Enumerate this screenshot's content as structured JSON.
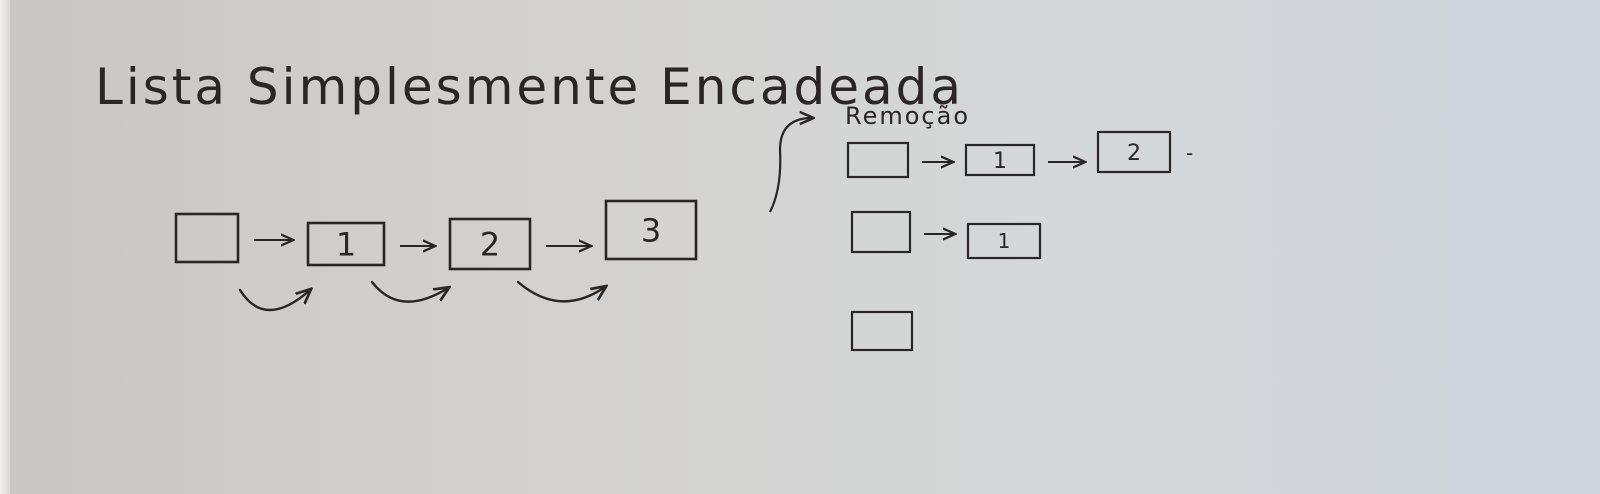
{
  "title": "Lista Simplesmente Encadeada",
  "removal_label": "Remoção",
  "main_list": {
    "nodes": [
      "",
      "1",
      "2",
      "3"
    ]
  },
  "removal_steps": [
    {
      "nodes": [
        "",
        "1",
        "2"
      ]
    },
    {
      "nodes": [
        "",
        "1"
      ]
    },
    {
      "nodes": [
        ""
      ]
    }
  ],
  "colors": {
    "ink": "#2a2526",
    "paper": "#d3d2d0"
  }
}
